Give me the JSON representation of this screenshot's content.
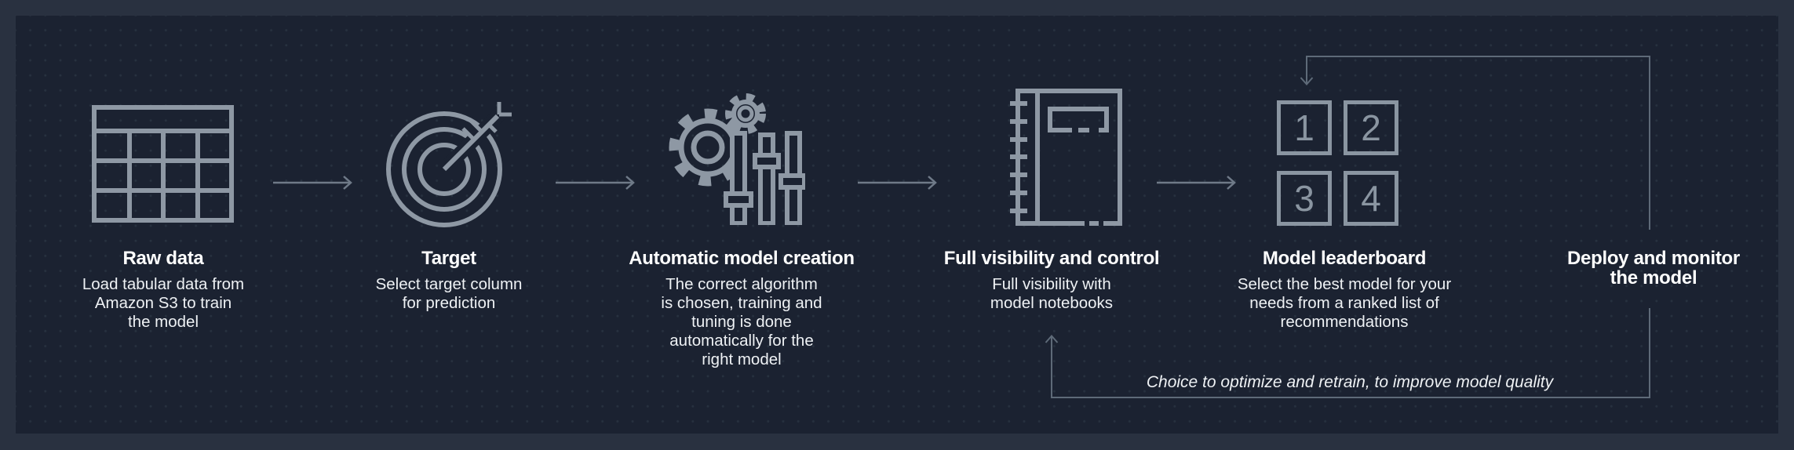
{
  "colors": {
    "background_outer": "#293140",
    "background_panel": "#1b2231",
    "dot_grid": "#27313f",
    "icon_stroke": "#8e98a4",
    "flow_arrow": "#6f7a88",
    "loop_line": "#5e6a78",
    "heading_text": "#ffffff",
    "body_text": "#eef1f4"
  },
  "stages": [
    {
      "icon": "table-grid-icon",
      "title": "Raw data",
      "description": "Load tabular data from\nAmazon S3 to train\nthe model"
    },
    {
      "icon": "target-bullseye-icon",
      "title": "Target",
      "description": "Select target column\nfor prediction"
    },
    {
      "icon": "gears-and-sliders-icon",
      "title": "Automatic model creation",
      "description": "The correct algorithm\nis chosen, training and\ntuning is done\nautomatically for the\nright model"
    },
    {
      "icon": "notebook-icon",
      "title": "Full visibility and control",
      "description": "Full visibility with\nmodel notebooks"
    },
    {
      "icon": "ranked-squares-icon",
      "title": "Model leaderboard",
      "description": "Select the best model for your\nneeds from a ranked list of\nrecommendations",
      "grid_numbers": [
        "1",
        "2",
        "3",
        "4"
      ]
    },
    {
      "icon": null,
      "title": "Deploy and monitor\nthe model",
      "description": ""
    }
  ],
  "feedback_caption": "Choice to optimize and retrain, to improve model quality"
}
